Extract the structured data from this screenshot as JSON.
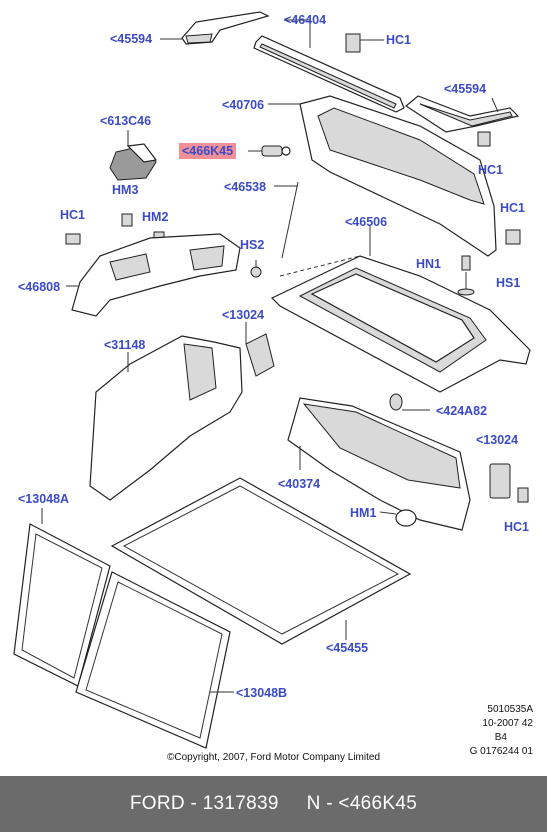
{
  "callouts": [
    {
      "id": "45594-a",
      "text": "<45594"
    },
    {
      "id": "46404",
      "text": "<46404"
    },
    {
      "id": "hc1-a",
      "text": "HC1"
    },
    {
      "id": "45594-b",
      "text": "<45594"
    },
    {
      "id": "40706",
      "text": "<40706"
    },
    {
      "id": "613c46",
      "text": "<613C46"
    },
    {
      "id": "466k45",
      "text": "<466K45"
    },
    {
      "id": "hc1-b",
      "text": "HC1"
    },
    {
      "id": "46538",
      "text": "<46538"
    },
    {
      "id": "hm3",
      "text": "HM3"
    },
    {
      "id": "hc1-c",
      "text": "HC1"
    },
    {
      "id": "hm2",
      "text": "HM2"
    },
    {
      "id": "hc1-d",
      "text": "HC1"
    },
    {
      "id": "46506",
      "text": "<46506"
    },
    {
      "id": "hs2",
      "text": "HS2"
    },
    {
      "id": "hn1",
      "text": "HN1"
    },
    {
      "id": "46808",
      "text": "<46808"
    },
    {
      "id": "hs1",
      "text": "HS1"
    },
    {
      "id": "13024-a",
      "text": "<13024"
    },
    {
      "id": "31148",
      "text": "<31148"
    },
    {
      "id": "424a82",
      "text": "<424A82"
    },
    {
      "id": "13024-b",
      "text": "<13024"
    },
    {
      "id": "40374",
      "text": "<40374"
    },
    {
      "id": "13048a",
      "text": "<13048A"
    },
    {
      "id": "hm1",
      "text": "HM1"
    },
    {
      "id": "hc1-e",
      "text": "HC1"
    },
    {
      "id": "45455",
      "text": "<45455"
    },
    {
      "id": "13048b",
      "text": "<13048B"
    }
  ],
  "reference": {
    "line1": "5010535A",
    "line2": "10-2007 42",
    "line3": "B4",
    "line4": "G 0176244 01"
  },
  "copyright": "©Copyright, 2007, Ford Motor Company Limited",
  "footer": {
    "text": "FORD - 1317839     N - <466K45"
  },
  "colors": {
    "callout": "#3b4bc8",
    "highlight": "#f08f97",
    "footer_bg": "#6b6b6b"
  }
}
